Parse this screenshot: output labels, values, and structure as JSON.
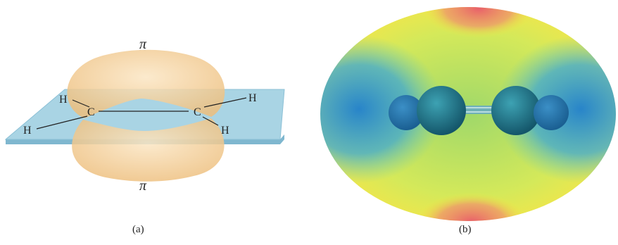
{
  "panel_a": {
    "caption": "(a)",
    "pi_top": "π",
    "pi_bottom": "π",
    "atoms": {
      "carbon_left": "C",
      "carbon_right": "C",
      "h_upper_left": "H",
      "h_lower_left": "H",
      "h_upper_right": "H",
      "h_lower_right": "H"
    },
    "colors": {
      "plane": "#a9d4e4",
      "orbital": "#f2c98b"
    }
  },
  "panel_b": {
    "caption": "(b)",
    "colors": {
      "high": "#e8606a",
      "mid": "#f6ee3c",
      "low": "#2a8fd0",
      "atoms": "#1f6e82"
    }
  }
}
